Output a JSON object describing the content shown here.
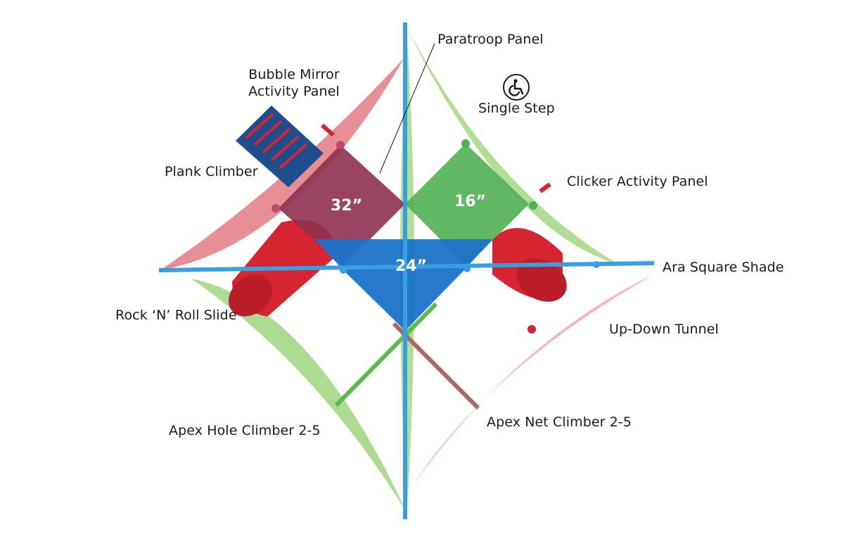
{
  "labels": {
    "paratroop_panel": "Paratroop Panel",
    "bubble_mirror_line1": "Bubble Mirror",
    "bubble_mirror_line2": "Activity Panel",
    "single_step": "Single Step",
    "plank_climber": "Plank Climber",
    "clicker_activity_panel": "Clicker Activity Panel",
    "ara_square_shade": "Ara Square Shade",
    "rock_n_roll_slide": "Rock ‘N’ Roll Slide",
    "up_down_tunnel": "Up-Down Tunnel",
    "apex_hole_climber": "Apex Hole Climber 2-5",
    "apex_net_climber": "Apex Net Climber 2-5"
  },
  "decks": {
    "deck_32": "32”",
    "deck_16": "16”",
    "deck_24": "24”"
  },
  "icons": {
    "accessibility": "wheelchair-accessibility-icon"
  },
  "colors": {
    "shade_red": "#e06a72",
    "shade_green": "#9fd679",
    "deck_maroon": "#8e3150",
    "deck_green": "#4fb151",
    "deck_blue": "#1b73c9",
    "post_blue": "#3a9fe0",
    "slide_red": "#d62430"
  }
}
